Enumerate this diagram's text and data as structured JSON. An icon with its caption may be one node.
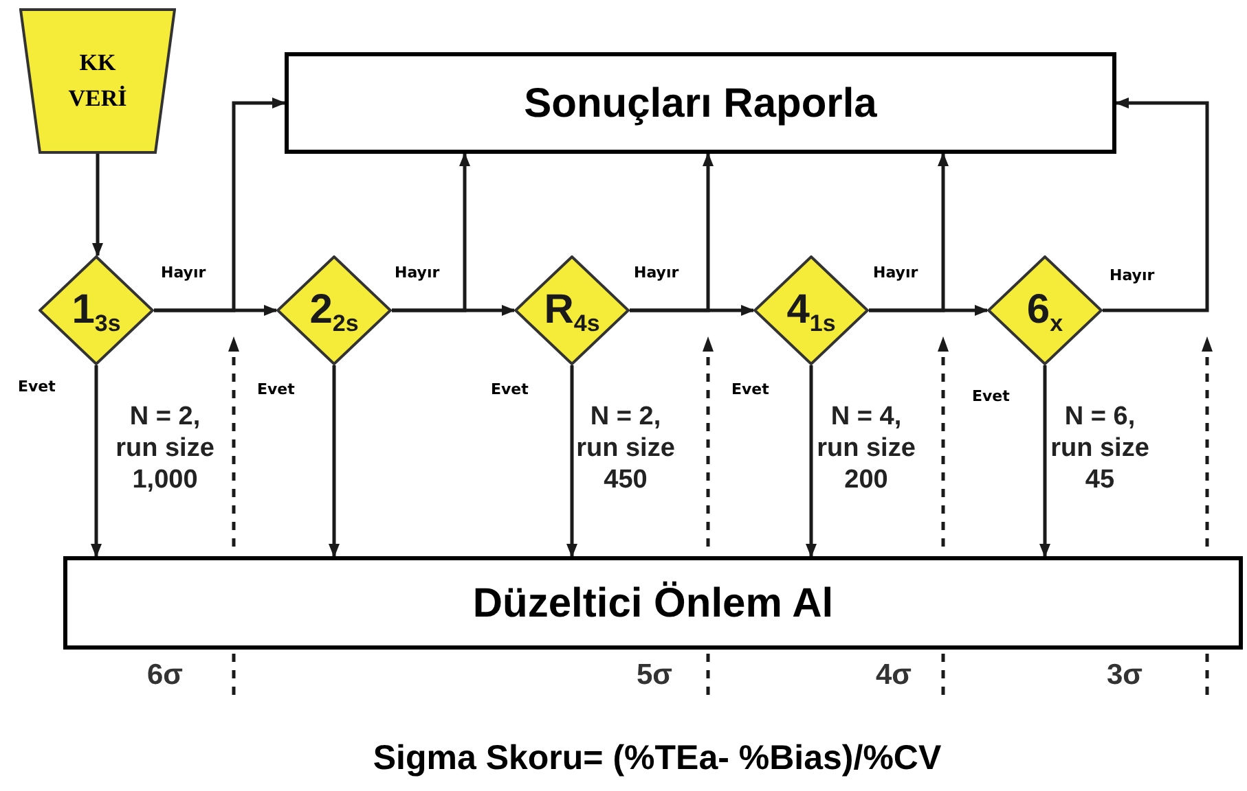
{
  "diagram": {
    "caption": "Sigma Skoru= (%TEa- %Bias)/%CV",
    "nodes": [
      {
        "text": [
          "KK VERİ"
        ]
      },
      {
        "text": [
          "Sonuçları Raporla"
        ]
      },
      {
        "text": [
          "1$_{3s}$"
        ]
      },
      {
        "text": [
          "2$_{2s}$"
        ]
      },
      {
        "text": [
          "R$_{4s}$"
        ]
      },
      {
        "text": [
          "4$_{1s}$"
        ]
      },
      {
        "text": [
          "6$_{x}$"
        ]
      },
      {
        "text": [
          "Düzeltici Önlem Al"
        ]
      }
    ],
    "edges": [
      {
        "from": 0,
        "to": 2,
        "arrow": "to"
      },
      {
        "from": 2,
        "to": 3,
        "arrow": "to",
        "label": "Hayır"
      },
      {
        "from": 2,
        "to": 1,
        "arrow": "to"
      },
      {
        "from": 3,
        "to": 4,
        "arrow": "to",
        "label": "Hayır"
      },
      {
        "from": 3,
        "to": 1,
        "arrow": "to"
      },
      {
        "from": 4,
        "to": 5,
        "arrow": "to",
        "label": "Hayır"
      },
      {
        "from": 4,
        "to": 1,
        "arrow": "to"
      },
      {
        "from": 5,
        "to": 6,
        "arrow": "to",
        "label": "Hayır"
      },
      {
        "from": 5,
        "to": 1,
        "arrow": "to"
      },
      {
        "from": 6,
        "to": 1,
        "arrow": "to",
        "label": "Hayır"
      },
      {
        "from": 2,
        "to": 7,
        "arrow": "to",
        "label": "Evet"
      },
      {
        "from": 3,
        "to": 7,
        "arrow": "to",
        "label": "Evet"
      },
      {
        "from": 4,
        "to": 7,
        "arrow": "to",
        "label": "Evet"
      },
      {
        "from": 5,
        "to": 7,
        "arrow": "to",
        "label": "Evet"
      },
      {
        "from": 6,
        "to": 7,
        "arrow": "to",
        "label": "Evet"
      }
    ],
    "labels": [
      "N = 2, run size 1,000",
      "N = 2, run size 450",
      "N = 4, run size 200",
      "N = 6, run size 45",
      "6σ",
      "5σ",
      "4σ",
      "3σ"
    ]
  }
}
